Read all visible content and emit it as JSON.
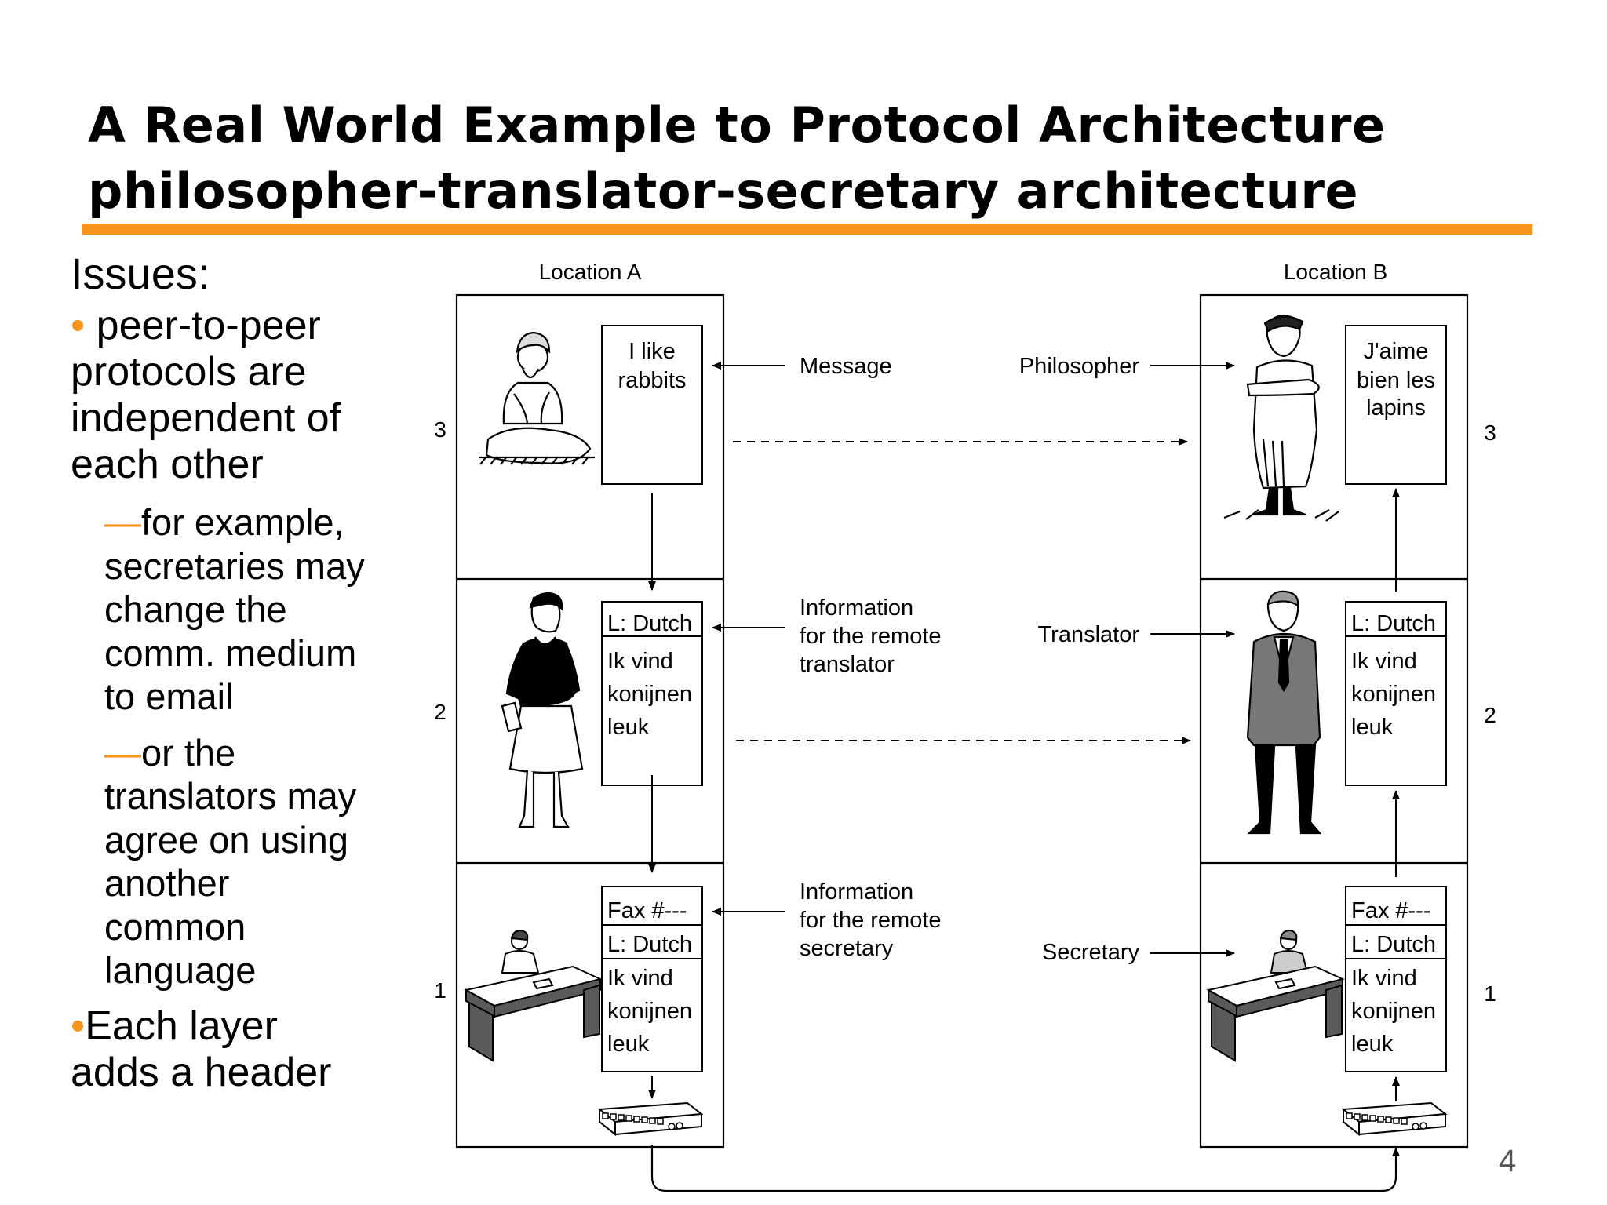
{
  "slide": {
    "title_line1": "A Real World Example to Protocol Architecture",
    "title_line2": "philosopher-translator-secretary architecture",
    "page_number": "4"
  },
  "colors": {
    "accent": "#F7941D",
    "ink": "#000000",
    "desk": "#5a5a5a",
    "page_number": "#555555"
  },
  "issues": {
    "heading": "Issues:",
    "bullet_marker": "•",
    "dash_marker": "—",
    "point1": [
      "peer-to-peer",
      "protocols are",
      "independent of",
      "each other"
    ],
    "sub1": [
      "for example,",
      "secretaries may",
      "change the",
      "comm. medium",
      "to email"
    ],
    "sub2": [
      "or the",
      "translators may",
      "agree on using",
      "another",
      "common",
      "language"
    ],
    "point2": [
      "Each layer",
      "adds a header"
    ]
  },
  "diagram": {
    "location_a": "Location A",
    "location_b": "Location B",
    "layer_numbers": {
      "top": "3",
      "middle": "2",
      "bottom": "1"
    },
    "note_a_top": [
      "I like",
      "rabbits"
    ],
    "note_b_top": [
      "J'aime",
      "bien les",
      "lapins"
    ],
    "note_translator_header": "L: Dutch",
    "note_translator_body": [
      "Ik vind",
      "konijnen",
      "leuk"
    ],
    "note_fax_header": "Fax #---",
    "note_secretary_header": "L: Dutch",
    "note_secretary_body": [
      "Ik vind",
      "konijnen",
      "leuk"
    ],
    "label_message": "Message",
    "label_info_translator": [
      "Information",
      "for the remote",
      "translator"
    ],
    "label_info_secretary": [
      "Information",
      "for the remote",
      "secretary"
    ],
    "role_philosopher": "Philosopher",
    "role_translator": "Translator",
    "role_secretary": "Secretary",
    "icons": [
      "sitting-philosopher-icon",
      "standing-philosopher-icon",
      "female-translator-icon",
      "male-translator-icon",
      "secretary-at-desk-icon",
      "fax-machine-icon"
    ]
  }
}
